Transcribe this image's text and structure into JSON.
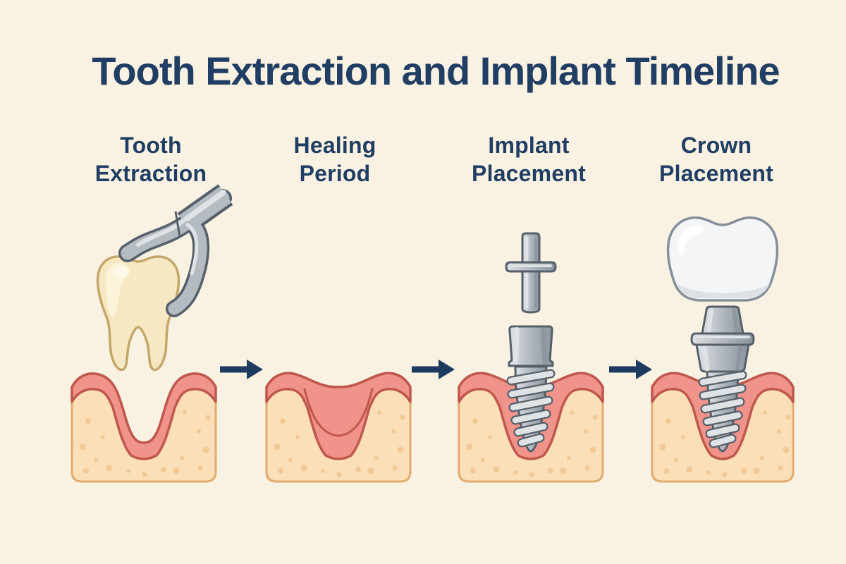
{
  "title": "Tooth Extraction and Implant Timeline",
  "stages": [
    {
      "label_line1": "Tooth",
      "label_line2": "Extraction",
      "icon": "tooth-forceps-extraction-illustration"
    },
    {
      "label_line1": "Healing",
      "label_line2": "Period",
      "icon": "healed-gum-socket-illustration"
    },
    {
      "label_line1": "Implant",
      "label_line2": "Placement",
      "icon": "implant-screw-abutment-illustration"
    },
    {
      "label_line1": "Crown",
      "label_line2": "Placement",
      "icon": "implant-with-crown-illustration"
    }
  ],
  "arrows": {
    "count": 3,
    "icon": "right-arrow-icon"
  },
  "colors": {
    "background": "#f9f2e3",
    "heading_text": "#203d63",
    "arrow": "#1d3a5f",
    "gum": "#f0938a",
    "gum_outline": "#bf574c",
    "bone": "#fadfb9",
    "bone_speckle": "#f2c994",
    "bone_outline": "#e2ab6e",
    "tooth": "#f5e8c2",
    "tooth_outline": "#c3a76a",
    "tooth_highlight": "#fbf3da",
    "metal_light": "#dfe3e6",
    "metal_mid": "#b4bbc1",
    "metal_dark": "#8b949c",
    "metal_outline": "#55606a",
    "crown": "#f3f5f6",
    "crown_shade": "#dce1e5",
    "crown_outline": "#85909a"
  }
}
